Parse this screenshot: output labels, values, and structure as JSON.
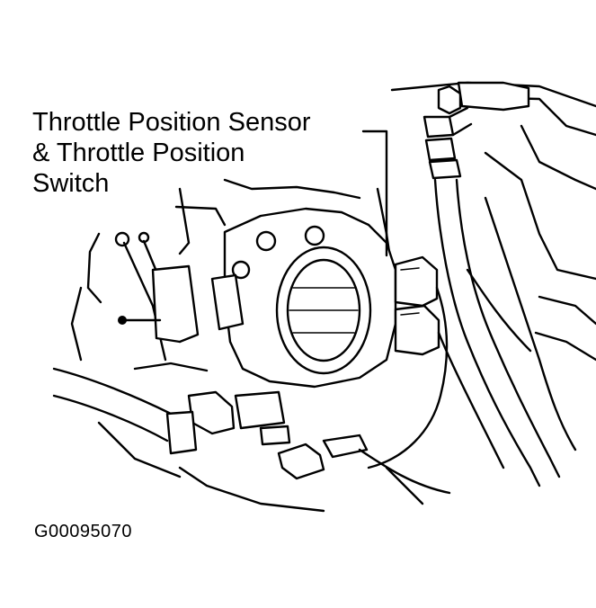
{
  "callout": {
    "line1": "Throttle Position Sensor",
    "line2": "& Throttle Position",
    "line3": "Switch"
  },
  "figure_id": "G00095070"
}
